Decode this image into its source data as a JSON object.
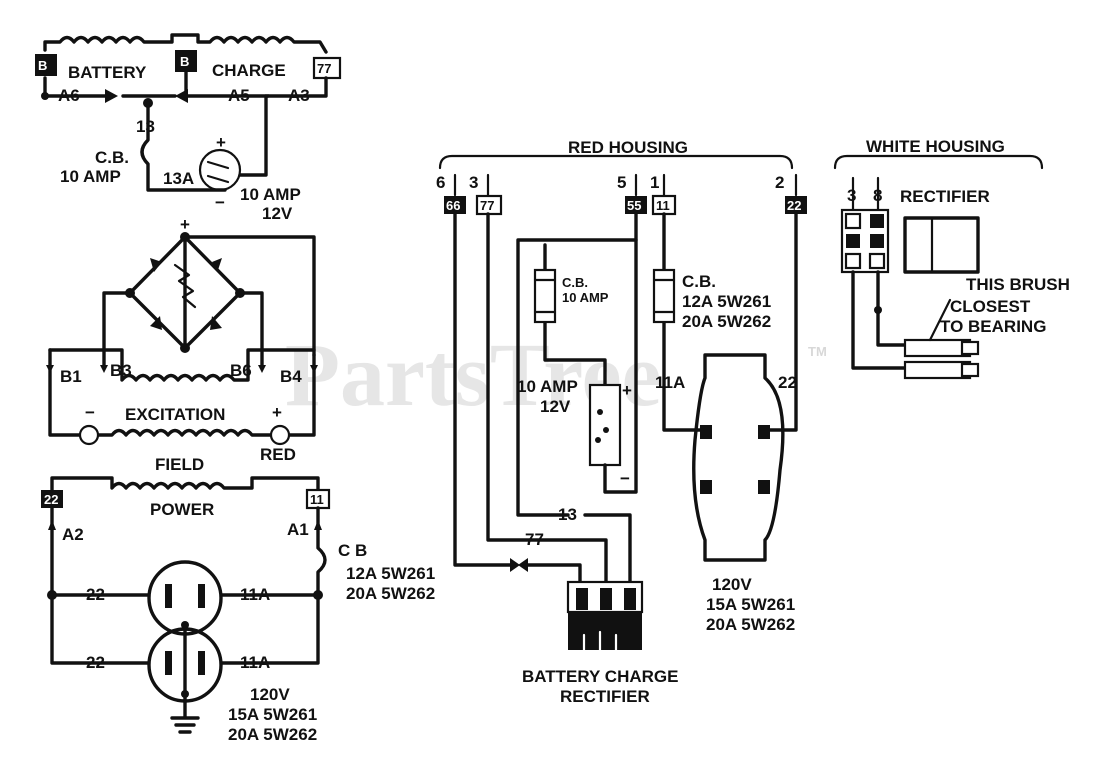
{
  "watermark": {
    "text": "PartsTree",
    "tm": "TM"
  },
  "battery_charge_winding": {
    "battery": "BATTERY",
    "charge": "CHARGE",
    "term_left": "B",
    "term_mid": "B",
    "term_right": "77",
    "a6": "A6",
    "a5": "A5",
    "a3": "A3",
    "wire_13": "13",
    "wire_13a": "13A",
    "cb": "C.B.",
    "cb_rating": "10 AMP",
    "switch_rating": "10 AMP",
    "switch_voltage": "12V",
    "plus": "+",
    "minus": "−"
  },
  "excitation": {
    "b1": "B1",
    "b3": "B3",
    "b6": "B6",
    "b4": "B4",
    "excitation": "EXCITATION",
    "field": "FIELD",
    "red": "RED",
    "plus_top": "+",
    "plus_right": "+",
    "minus_left": "−"
  },
  "power": {
    "power": "POWER",
    "term_left": "22",
    "term_right": "11",
    "a2": "A2",
    "a1": "A1",
    "cb": "C B",
    "cb_12a": "12A 5W261",
    "cb_20a": "20A 5W262",
    "wire_22_top": "22",
    "wire_22_bottom": "22",
    "wire_11a_top": "11A",
    "wire_11a_bottom": "11A",
    "rating_v": "120V",
    "rating_15a": "15A 5W261",
    "rating_20a": "20A 5W262"
  },
  "red_housing": {
    "title": "RED HOUSING",
    "pin6": "6",
    "pin3": "3",
    "pin5": "5",
    "pin1": "1",
    "pin2": "2",
    "term6": "66",
    "term3": "77",
    "term5": "55",
    "term1": "11",
    "term2": "22",
    "cb1": "C.B.",
    "cb1_rating": "10 AMP",
    "cb2": "C.B.",
    "cb2_12a": "12A 5W261",
    "cb2_20a": "20A 5W262",
    "switch_rating": "10 AMP",
    "switch_voltage": "12V",
    "switch_plus": "+",
    "switch_minus": "−",
    "wire_11a": "11A",
    "wire_22": "22",
    "wire_13": "13",
    "wire_77": "77",
    "outlet_v": "120V",
    "outlet_15a": "15A 5W261",
    "outlet_20a": "20A 5W262",
    "rectifier_line1": "BATTERY CHARGE",
    "rectifier_line2": "RECTIFIER"
  },
  "white_housing": {
    "title": "WHITE HOUSING",
    "pin3": "3",
    "pin8": "8",
    "rectifier": "RECTIFIER",
    "note_line1": "THIS BRUSH",
    "note_line2": "CLOSEST",
    "note_line3": "TO BEARING"
  }
}
